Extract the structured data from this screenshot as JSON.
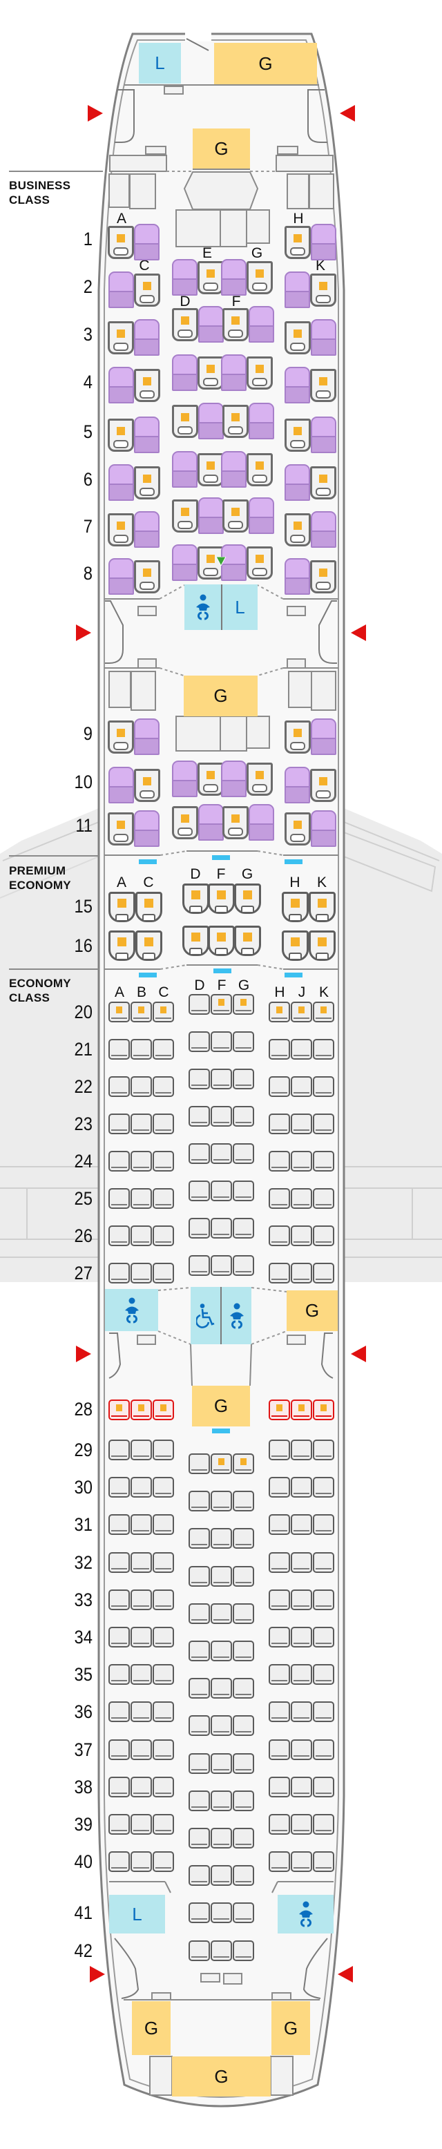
{
  "colors": {
    "galley": "#fdd981",
    "lavatory": "#b6e7ee",
    "business_seat": "#d8b2f0",
    "highlight": "#f5b02a",
    "exit_arrow": "#e01010",
    "exit_row_seat": "#e01515",
    "bassinet": "#3cc0f0",
    "icon_blue": "#0b6fc0"
  },
  "facilities": {
    "nose_lavatory": "L",
    "nose_galley": "G",
    "front_galley": "G",
    "mid_lavatory": "L",
    "mid_galley": "G",
    "aft_galley_right": "G",
    "aft_galley_center": "G",
    "rear_lavatory": "L",
    "rear_galley_left": "G",
    "rear_galley_right": "G",
    "rear_galley_bottom": "G"
  },
  "icons": {
    "exit": "exit-arrow-icon",
    "baby_change": "baby-changing-icon",
    "wheelchair": "wheelchair-accessible-icon",
    "seat_marker": "green-triangle-icon"
  },
  "markers": [
    {
      "seat": "8E",
      "type": "green-triangle"
    }
  ],
  "cabins": {
    "business": {
      "label": "BUSINESS\nCLASS",
      "headers": [
        "A",
        "C",
        "D",
        "E",
        "F",
        "G",
        "H",
        "K"
      ],
      "rows": [
        {
          "row": "1",
          "seats": [
            "A",
            "H"
          ]
        },
        {
          "row": "2",
          "seats": [
            "C",
            "E",
            "G",
            "K"
          ]
        },
        {
          "row": "3",
          "seats": [
            "A",
            "D",
            "F",
            "H"
          ]
        },
        {
          "row": "4",
          "seats": [
            "C",
            "E",
            "G",
            "K"
          ]
        },
        {
          "row": "5",
          "seats": [
            "A",
            "D",
            "F",
            "H"
          ]
        },
        {
          "row": "6",
          "seats": [
            "C",
            "E",
            "G",
            "K"
          ]
        },
        {
          "row": "7",
          "seats": [
            "A",
            "D",
            "F",
            "H"
          ]
        },
        {
          "row": "8",
          "seats": [
            "C",
            "E",
            "G",
            "K"
          ]
        },
        {
          "row": "9",
          "seats": [
            "A",
            "H"
          ]
        },
        {
          "row": "10",
          "seats": [
            "C",
            "E",
            "G",
            "K"
          ]
        },
        {
          "row": "11",
          "seats": [
            "A",
            "D",
            "F",
            "H"
          ]
        }
      ]
    },
    "premium_economy": {
      "label": "PREMIUM\nECONOMY",
      "headers": [
        "A",
        "C",
        "D",
        "F",
        "G",
        "H",
        "K"
      ],
      "rows": [
        {
          "row": "15",
          "seats": [
            "A",
            "C",
            "D",
            "F",
            "G",
            "H",
            "K"
          ],
          "highlighted": [
            "A",
            "C",
            "D",
            "F",
            "G",
            "H",
            "K"
          ]
        },
        {
          "row": "16",
          "seats": [
            "A",
            "C",
            "D",
            "F",
            "G",
            "H",
            "K"
          ],
          "highlighted": [
            "A",
            "C",
            "D",
            "F",
            "G",
            "H",
            "K"
          ]
        }
      ]
    },
    "economy": {
      "label": "ECONOMY\nCLASS",
      "headers": [
        "A",
        "B",
        "C",
        "D",
        "F",
        "G",
        "H",
        "J",
        "K"
      ],
      "rows": [
        {
          "row": "20",
          "seats": [
            "A",
            "B",
            "C",
            "D",
            "F",
            "G",
            "H",
            "J",
            "K"
          ],
          "highlighted": [
            "A",
            "B",
            "C",
            "F",
            "G",
            "H",
            "J",
            "K"
          ]
        },
        {
          "row": "21",
          "seats": [
            "A",
            "B",
            "C",
            "D",
            "F",
            "G",
            "H",
            "J",
            "K"
          ]
        },
        {
          "row": "22",
          "seats": [
            "A",
            "B",
            "C",
            "D",
            "F",
            "G",
            "H",
            "J",
            "K"
          ]
        },
        {
          "row": "23",
          "seats": [
            "A",
            "B",
            "C",
            "D",
            "F",
            "G",
            "H",
            "J",
            "K"
          ]
        },
        {
          "row": "24",
          "seats": [
            "A",
            "B",
            "C",
            "D",
            "F",
            "G",
            "H",
            "J",
            "K"
          ]
        },
        {
          "row": "25",
          "seats": [
            "A",
            "B",
            "C",
            "D",
            "F",
            "G",
            "H",
            "J",
            "K"
          ]
        },
        {
          "row": "26",
          "seats": [
            "A",
            "B",
            "C",
            "D",
            "F",
            "G",
            "H",
            "J",
            "K"
          ]
        },
        {
          "row": "27",
          "seats": [
            "A",
            "B",
            "C",
            "D",
            "F",
            "G",
            "H",
            "J",
            "K"
          ]
        },
        {
          "row": "28",
          "seats": [
            "A",
            "B",
            "C",
            "H",
            "J",
            "K"
          ],
          "highlighted": [
            "A",
            "B",
            "C",
            "H",
            "J",
            "K"
          ],
          "exit_row": true
        },
        {
          "row": "29",
          "seats": [
            "A",
            "B",
            "C",
            "D",
            "F",
            "G",
            "H",
            "J",
            "K"
          ],
          "highlighted": [
            "F",
            "G"
          ]
        },
        {
          "row": "30",
          "seats": [
            "A",
            "B",
            "C",
            "D",
            "F",
            "G",
            "H",
            "J",
            "K"
          ]
        },
        {
          "row": "31",
          "seats": [
            "A",
            "B",
            "C",
            "D",
            "F",
            "G",
            "H",
            "J",
            "K"
          ]
        },
        {
          "row": "32",
          "seats": [
            "A",
            "B",
            "C",
            "D",
            "F",
            "G",
            "H",
            "J",
            "K"
          ]
        },
        {
          "row": "33",
          "seats": [
            "A",
            "B",
            "C",
            "D",
            "F",
            "G",
            "H",
            "J",
            "K"
          ]
        },
        {
          "row": "34",
          "seats": [
            "A",
            "B",
            "C",
            "D",
            "F",
            "G",
            "H",
            "J",
            "K"
          ]
        },
        {
          "row": "35",
          "seats": [
            "A",
            "B",
            "C",
            "D",
            "F",
            "G",
            "H",
            "J",
            "K"
          ]
        },
        {
          "row": "36",
          "seats": [
            "A",
            "B",
            "C",
            "D",
            "F",
            "G",
            "H",
            "J",
            "K"
          ]
        },
        {
          "row": "37",
          "seats": [
            "A",
            "B",
            "C",
            "D",
            "F",
            "G",
            "H",
            "J",
            "K"
          ]
        },
        {
          "row": "38",
          "seats": [
            "A",
            "B",
            "C",
            "D",
            "F",
            "G",
            "H",
            "J",
            "K"
          ]
        },
        {
          "row": "39",
          "seats": [
            "A",
            "B",
            "C",
            "D",
            "F",
            "G",
            "H",
            "J",
            "K"
          ]
        },
        {
          "row": "40",
          "seats": [
            "A",
            "B",
            "C",
            "D",
            "F",
            "G",
            "H",
            "J",
            "K"
          ]
        },
        {
          "row": "41",
          "seats": [
            "D",
            "F",
            "G"
          ]
        },
        {
          "row": "42",
          "seats": [
            "D",
            "F",
            "G"
          ]
        }
      ]
    }
  }
}
